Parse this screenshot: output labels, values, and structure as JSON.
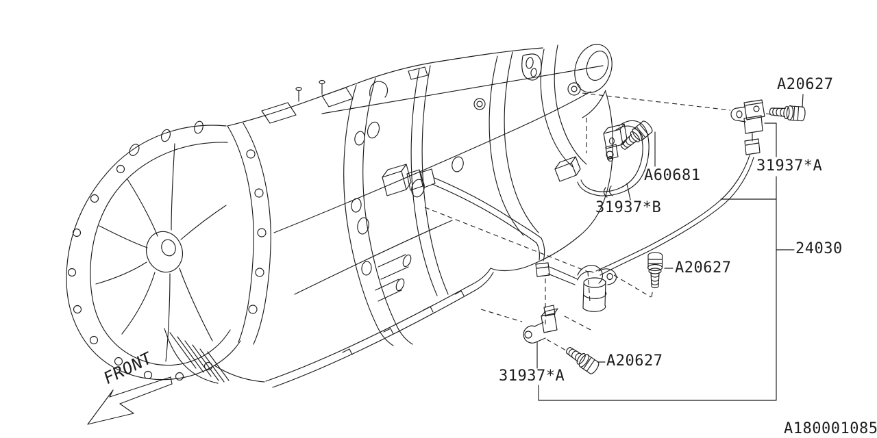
{
  "colors": {
    "background": "#ffffff",
    "line": "#1b1b1b"
  },
  "callouts": {
    "bolt_top": "A20627",
    "sensor_top": "31937*A",
    "bolt_rear": "A60681",
    "sensor_loop": "31937*B",
    "harness": "24030",
    "bolt_mid": "A20627",
    "bolt_bottom": "A20627",
    "sensor_bottom": "31937*A"
  },
  "front_marker": "FRONT",
  "drawing_number": "A180001085"
}
